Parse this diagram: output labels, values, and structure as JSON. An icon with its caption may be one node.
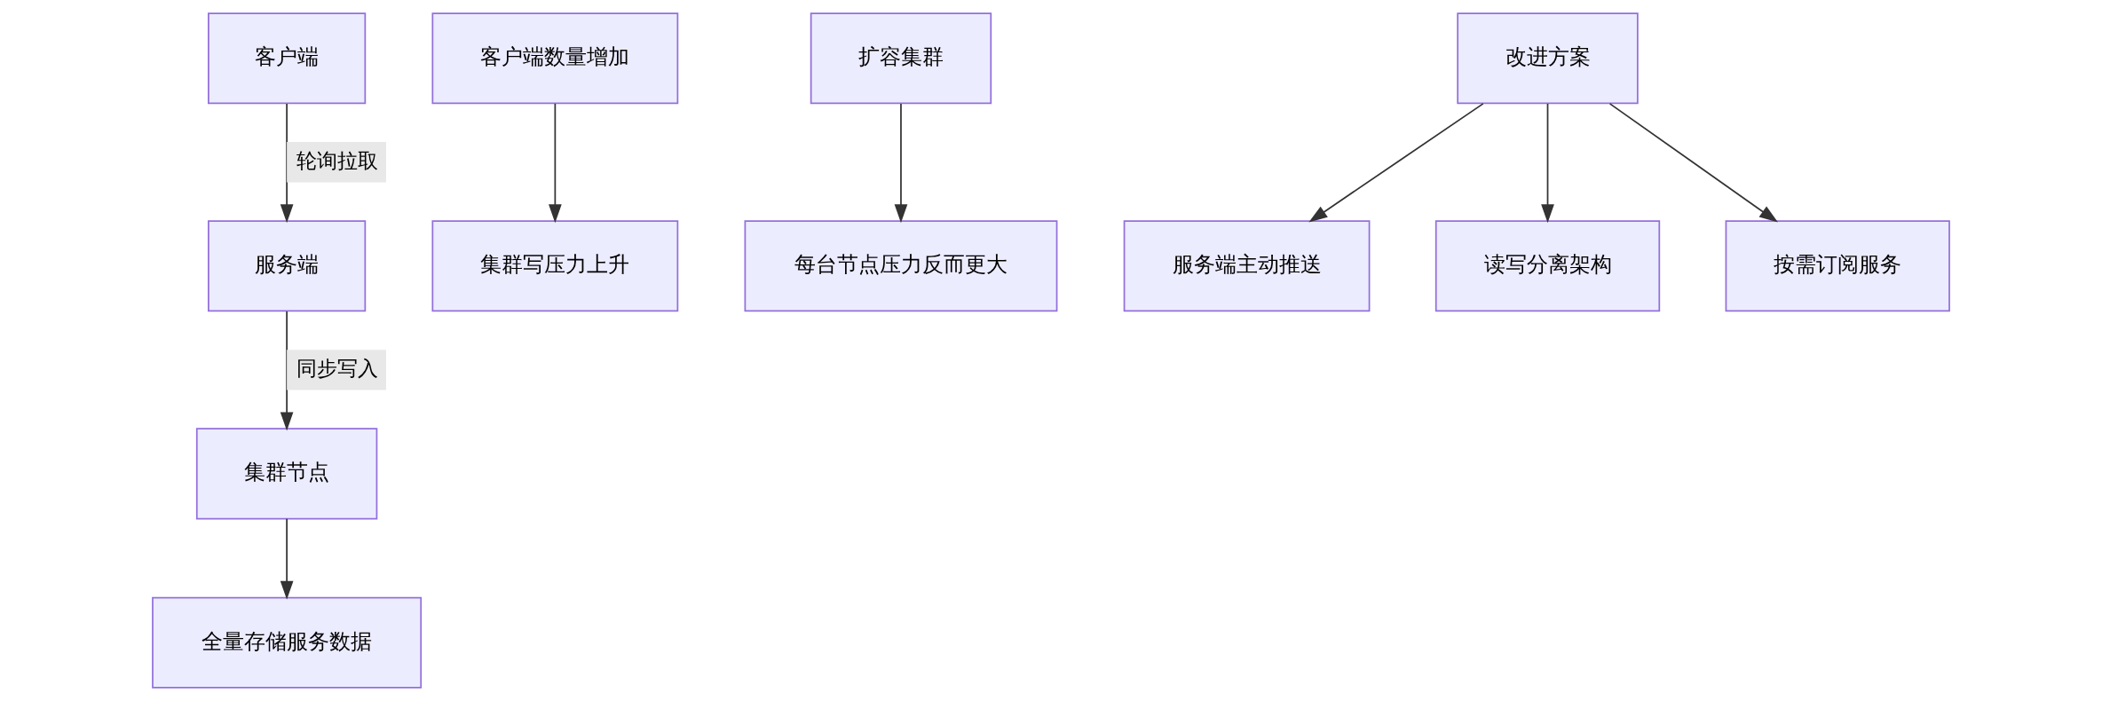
{
  "diagram": {
    "nodes": [
      {
        "text": [
          "客户端"
        ]
      },
      {
        "text": [
          "服务端"
        ]
      },
      {
        "text": [
          "集群节点"
        ]
      },
      {
        "text": [
          "全量存储服务数据"
        ]
      },
      {
        "text": [
          "客户端数量增加"
        ]
      },
      {
        "text": [
          "集群写压力上升"
        ]
      },
      {
        "text": [
          "扩容集群"
        ]
      },
      {
        "text": [
          "每台节点压力反而更大"
        ]
      },
      {
        "text": [
          "改进方案"
        ]
      },
      {
        "text": [
          "服务端主动推送"
        ]
      },
      {
        "text": [
          "读写分离架构"
        ]
      },
      {
        "text": [
          "按需订阅服务"
        ]
      }
    ],
    "edges": [
      {
        "from": 0,
        "to": 1,
        "arrow": "to",
        "label": "轮询拉取"
      },
      {
        "from": 1,
        "to": 2,
        "arrow": "to",
        "label": "同步写入"
      },
      {
        "from": 2,
        "to": 3,
        "arrow": "to"
      },
      {
        "from": 4,
        "to": 5,
        "arrow": "to"
      },
      {
        "from": 6,
        "to": 7,
        "arrow": "to"
      },
      {
        "from": 8,
        "to": 9,
        "arrow": "to"
      },
      {
        "from": 8,
        "to": 10,
        "arrow": "to"
      },
      {
        "from": 8,
        "to": 11,
        "arrow": "to"
      }
    ]
  }
}
